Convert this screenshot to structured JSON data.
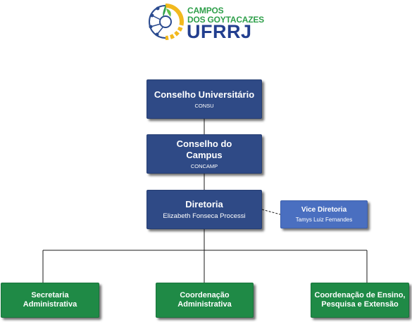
{
  "logo": {
    "line1": "CAMPOS",
    "line2": "DOS GOYTACAZES",
    "line3": "UFRRJ"
  },
  "nodes": {
    "conselho_universitario": {
      "title": "Conselho Universitário",
      "sub": "CONSU"
    },
    "conselho_campus": {
      "title": "Conselho do Campus",
      "sub": "CONCAMP"
    },
    "diretoria": {
      "title": "Diretoria",
      "sub": "Elizabeth Fonseca Processi"
    },
    "vice_diretoria": {
      "title": "Vice Diretoria",
      "sub": "Tamys Luiz Fernandes"
    },
    "secretaria": {
      "title": "Secretaria Administrativa"
    },
    "coord_admin": {
      "title": "Coordenação Administrativa"
    },
    "coord_ensino": {
      "title": "Coordenação de Ensino, Pesquisa e Extensão"
    }
  },
  "colors": {
    "navy": "#2f4a86",
    "blue": "#4a6fc0",
    "green": "#1f8a46",
    "logo_green": "#2e9f4a",
    "logo_blue": "#233f8f"
  }
}
